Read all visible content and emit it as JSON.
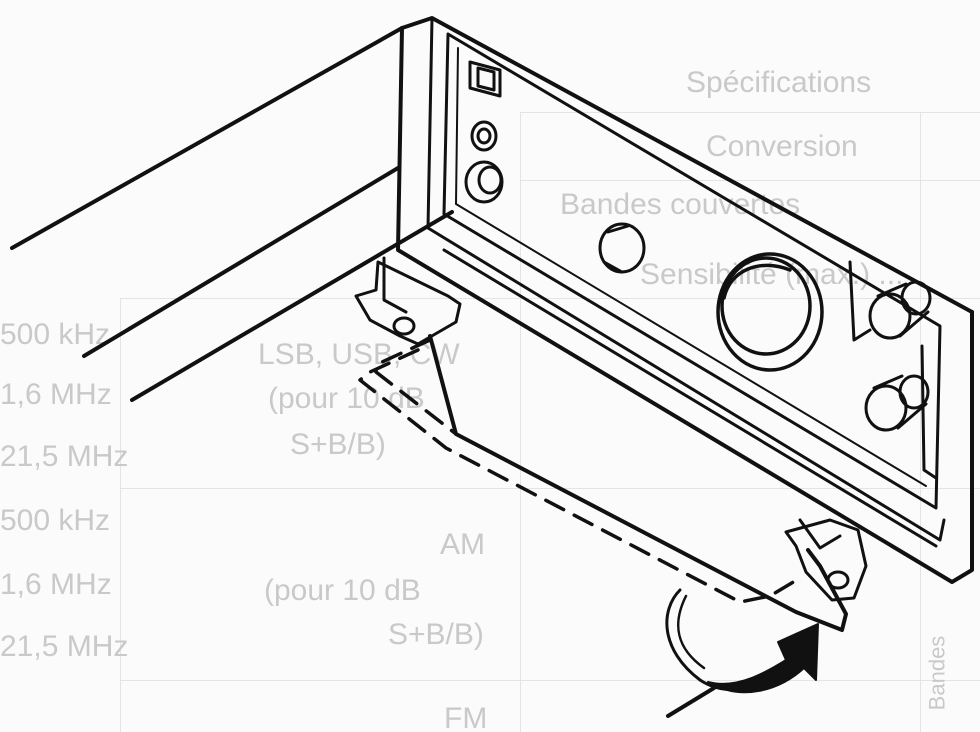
{
  "bleed_through": {
    "specifications": "Spécifications",
    "conversion": "Conversion",
    "bandes_couvertes": "Bandes couvertes",
    "sensibilite": "Sensibilité (max.) ...",
    "lsb": "LSB, USB, CW",
    "pour_10db_1": "(pour 10 dB",
    "sb_1": "S+B/B)",
    "am": "AM",
    "pour_10db_2": "(pour 10 dB",
    "sb_2": "S+B/B)",
    "fm": "FM",
    "khz_500": "500 kHz",
    "mhz_16_1": "1,6 MHz",
    "mhz_215_1": "21,5 MHz",
    "khz_500_2": "500 kHz",
    "mhz_16_2": "1,6 MHz",
    "mhz_215_2": "21,5 MHz",
    "bandes": "Bandes"
  },
  "colors": {
    "line": "#111111",
    "ghost_text": "#c9c9c9",
    "paper": "#fbfbfb"
  }
}
